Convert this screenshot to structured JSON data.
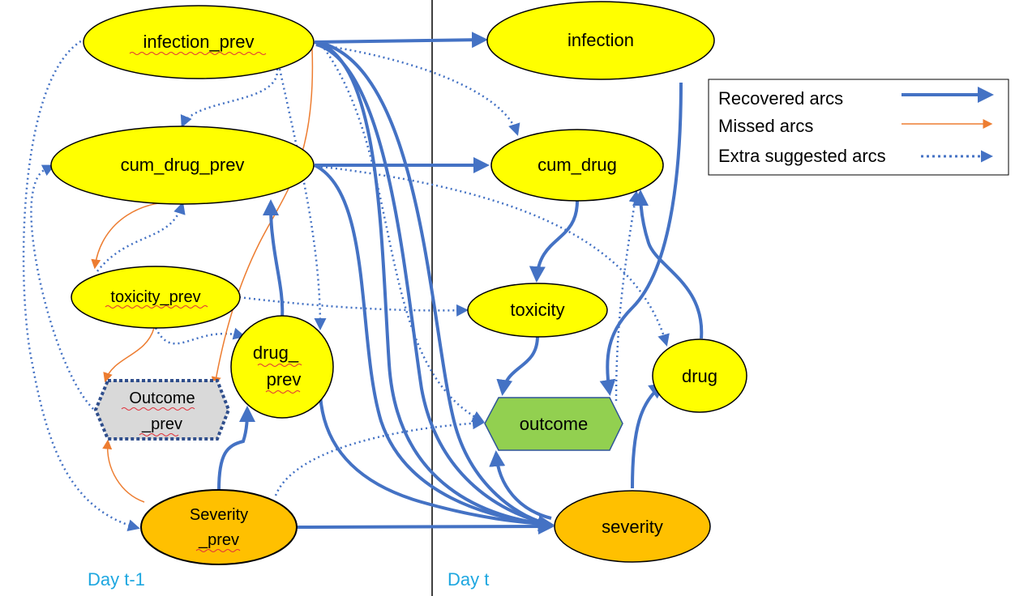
{
  "colors": {
    "recovered": "#4472c4",
    "missed": "#ed7d31",
    "extra": "#4472c4",
    "yellow_node": "#ffff00",
    "orange_node": "#ffc000",
    "outcome_node": "#92d050",
    "outcome_prev_node": "#d9d9d9",
    "day_label": "#1ea7e0"
  },
  "nodes": {
    "infection_prev": "infection_prev",
    "infection": "infection",
    "cum_drug_prev": "cum_drug_prev",
    "cum_drug": "cum_drug",
    "toxicity_prev": "toxicity_prev",
    "toxicity": "toxicity",
    "drug_prev_line1": "drug_",
    "drug_prev_line2": "prev",
    "drug": "drug",
    "outcome_prev_line1": "Outcome",
    "outcome_prev_line2": "_prev",
    "outcome": "outcome",
    "severity_prev_line1": "Severity",
    "severity_prev_line2": "_prev",
    "severity": "severity"
  },
  "legend": {
    "recovered": "Recovered arcs",
    "missed": "Missed arcs",
    "extra": "Extra suggested arcs"
  },
  "days": {
    "left": "Day t-1",
    "right": "Day t"
  }
}
